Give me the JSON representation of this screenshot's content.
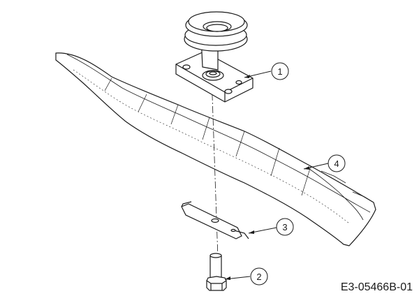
{
  "drawing": {
    "document_code": "E3-05466B-01",
    "callouts": [
      {
        "label": "1",
        "part": "pulley-with-mounting-plate"
      },
      {
        "label": "2",
        "part": "hex-bolt"
      },
      {
        "label": "3",
        "part": "blade-adapter-bracket"
      },
      {
        "label": "4",
        "part": "mower-blade"
      }
    ]
  }
}
